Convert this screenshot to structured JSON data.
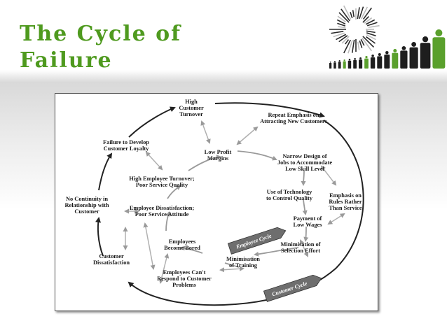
{
  "slide": {
    "title_line1": "The Cycle of",
    "title_line2": "Failure"
  },
  "diagram": {
    "nodes": {
      "high_turnover": "High\nCustomer\nTurnover",
      "repeat_emphasis": "Repeat Emphasis on\nAttracting New Customers",
      "failure_loyalty": "Failure to Develop\nCustomer Loyalty",
      "low_margins": "Low Profit\nMargins",
      "narrow_design": "Narrow Design of\nJobs to Accommodate\nLow Skill Level",
      "employee_turnover": "High Employee Turnover;\nPoor Service Quality",
      "technology": "Use of Technology\nto Control Quality",
      "rules": "Emphasis on\nRules Rather\nThan Service",
      "no_continuity": "No Continuity in\nRelationship with\nCustomer",
      "dissatisfaction_employee": "Employee Dissatisfaction;\nPoor Service Attitude",
      "low_wages": "Payment of\nLow Wages",
      "bored": "Employees\nBecome Bored",
      "selection": "Minimisation of\nSelection Effort",
      "customer_dissatisfaction": "Customer\nDissatisfaction",
      "training": "Minimisation\nof Training",
      "cant_respond": "Employees Can't\nRespond to Customer\nProblems"
    },
    "labels": {
      "employee_cycle": "Employee Cycle",
      "customer_cycle": "Customer Cycle"
    }
  },
  "colors": {
    "title": "#4f9a1f",
    "logo_green": "#5aa02c",
    "arrow_dark": "#222222",
    "arrow_gray": "#9a9a9a"
  }
}
